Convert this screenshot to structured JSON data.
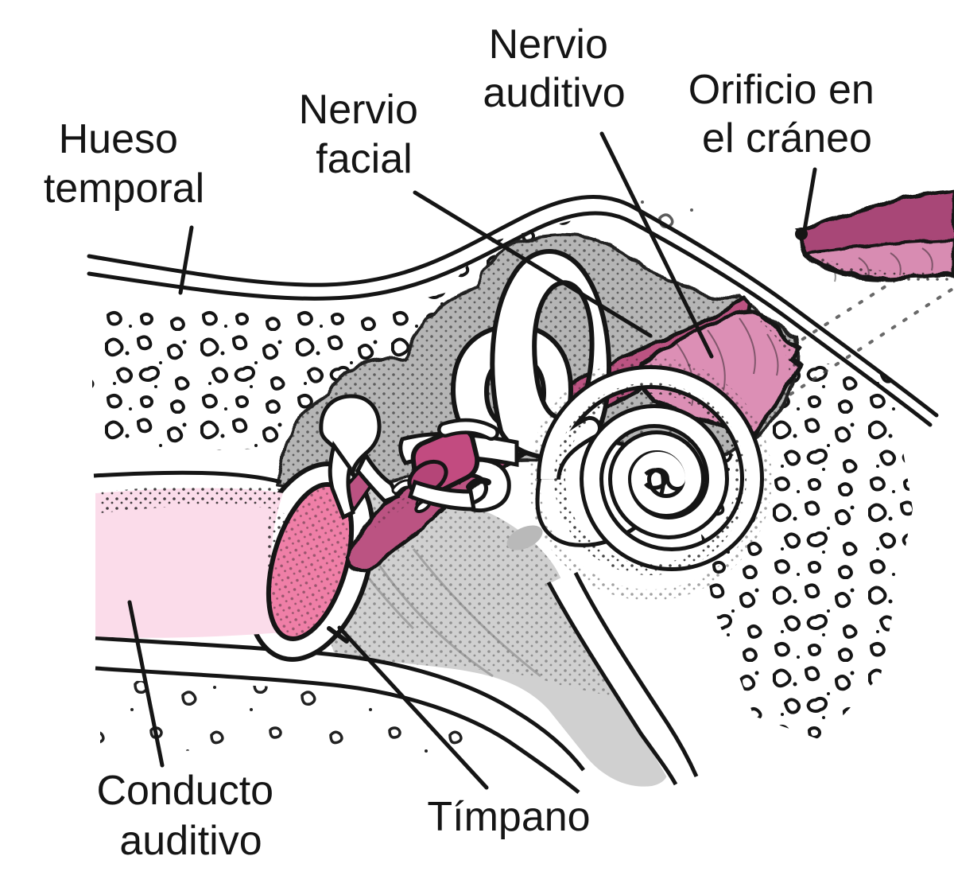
{
  "figure": {
    "type": "anatomical-diagram",
    "subject": "Anatomía del oído medio e interno (corte transversal)",
    "language": "es",
    "background_color": "#ffffff",
    "colors": {
      "outline": "#151515",
      "ear_canal_fill": "#fbdcea",
      "eardrum_pink": "#ef7fa7",
      "nerve_dark_pink": "#bb5282",
      "nerve_light_pink": "#dc8fb5",
      "skull_nerve_dark": "#a84777",
      "skull_nerve_light": "#d88cb2",
      "petrous_bone_gray": "#b5b5b5",
      "middle_ear_floor_gray": "#d0d0d0",
      "label_text": "#151515"
    },
    "labels": {
      "hueso_temporal": {
        "line1": "Hueso",
        "line2": "temporal"
      },
      "nervio_facial": {
        "line1": "Nervio",
        "line2": "facial"
      },
      "nervio_auditivo": {
        "line1": "Nervio",
        "line2": "auditivo"
      },
      "orificio_craneo": {
        "line1": "Orificio en",
        "line2": "el cráneo"
      },
      "conducto_auditivo": {
        "line1": "Conducto",
        "line2": "auditivo"
      },
      "timpano": {
        "line1": "Tímpano"
      }
    }
  }
}
